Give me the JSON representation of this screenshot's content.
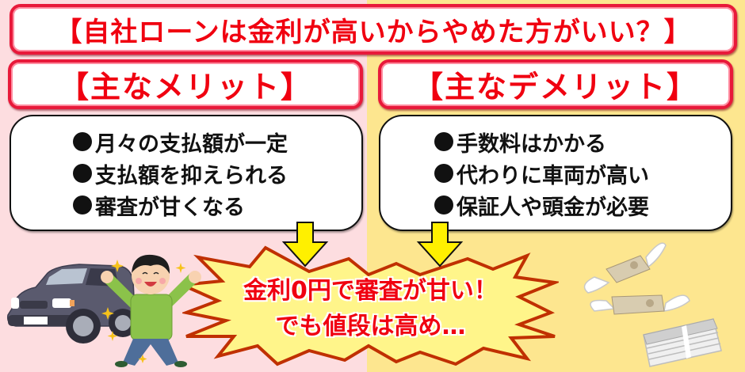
{
  "title": "【自社ローンは金利が高いからやめた方がいい？】",
  "merits": {
    "heading": "【主なメリット】",
    "items": [
      "月々の支払額が一定",
      "支払額を抑えられる",
      "審査が甘くなる"
    ]
  },
  "demerits": {
    "heading": "【主なデメリット】",
    "items": [
      "手数料はかかる",
      "代わりに車両が高い",
      "保証人や頭金が必要"
    ]
  },
  "burst": {
    "line1": "金利0円で審査が甘い！",
    "line2": "でも値段は高め…"
  },
  "illustrations": {
    "left": "car-and-happy-man-illustration",
    "right": "flying-money-illustration"
  },
  "colors": {
    "left_bg": "#FDDDE0",
    "right_bg": "#FDE68F",
    "heading_red": "#F00010",
    "box_border_red": "#E8193A",
    "arrow_yellow": "#FFF000",
    "burst_fill": "#FFF58A",
    "burst_stroke": "#C03000"
  }
}
